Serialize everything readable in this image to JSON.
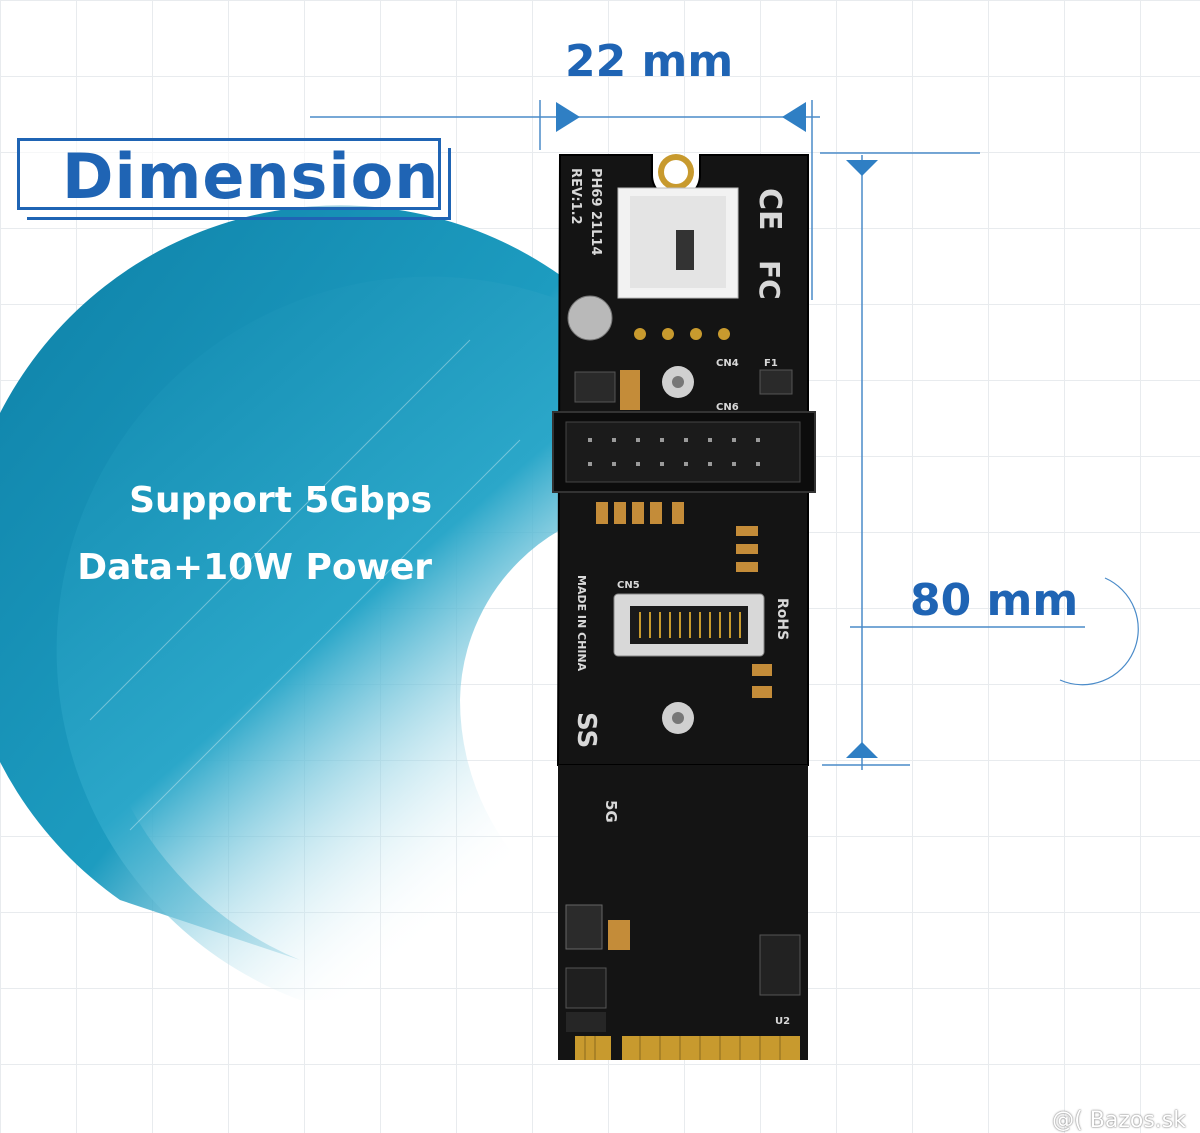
{
  "heading": "Dimension",
  "features": [
    "Support 5Gbps",
    "Data+10W Power"
  ],
  "width_label": "22 mm",
  "length_label": "80 mm",
  "watermark": "Bazos.sk",
  "board": {
    "model_text": "PH69  21L14",
    "revision_text": "REV:1.2",
    "cert_marks": [
      "CE",
      "FC"
    ],
    "made_in": "MADE IN CHINA",
    "rohs": "RoHS",
    "speed_text": "5G",
    "connector_labels": [
      "CN4",
      "CN6",
      "CN5",
      "F1",
      "U2"
    ]
  },
  "colors": {
    "accent_blue": "#1f64b4",
    "arc_teal": "#1a8fb0",
    "pcb": "#121212",
    "gold": "#c89a2e"
  }
}
